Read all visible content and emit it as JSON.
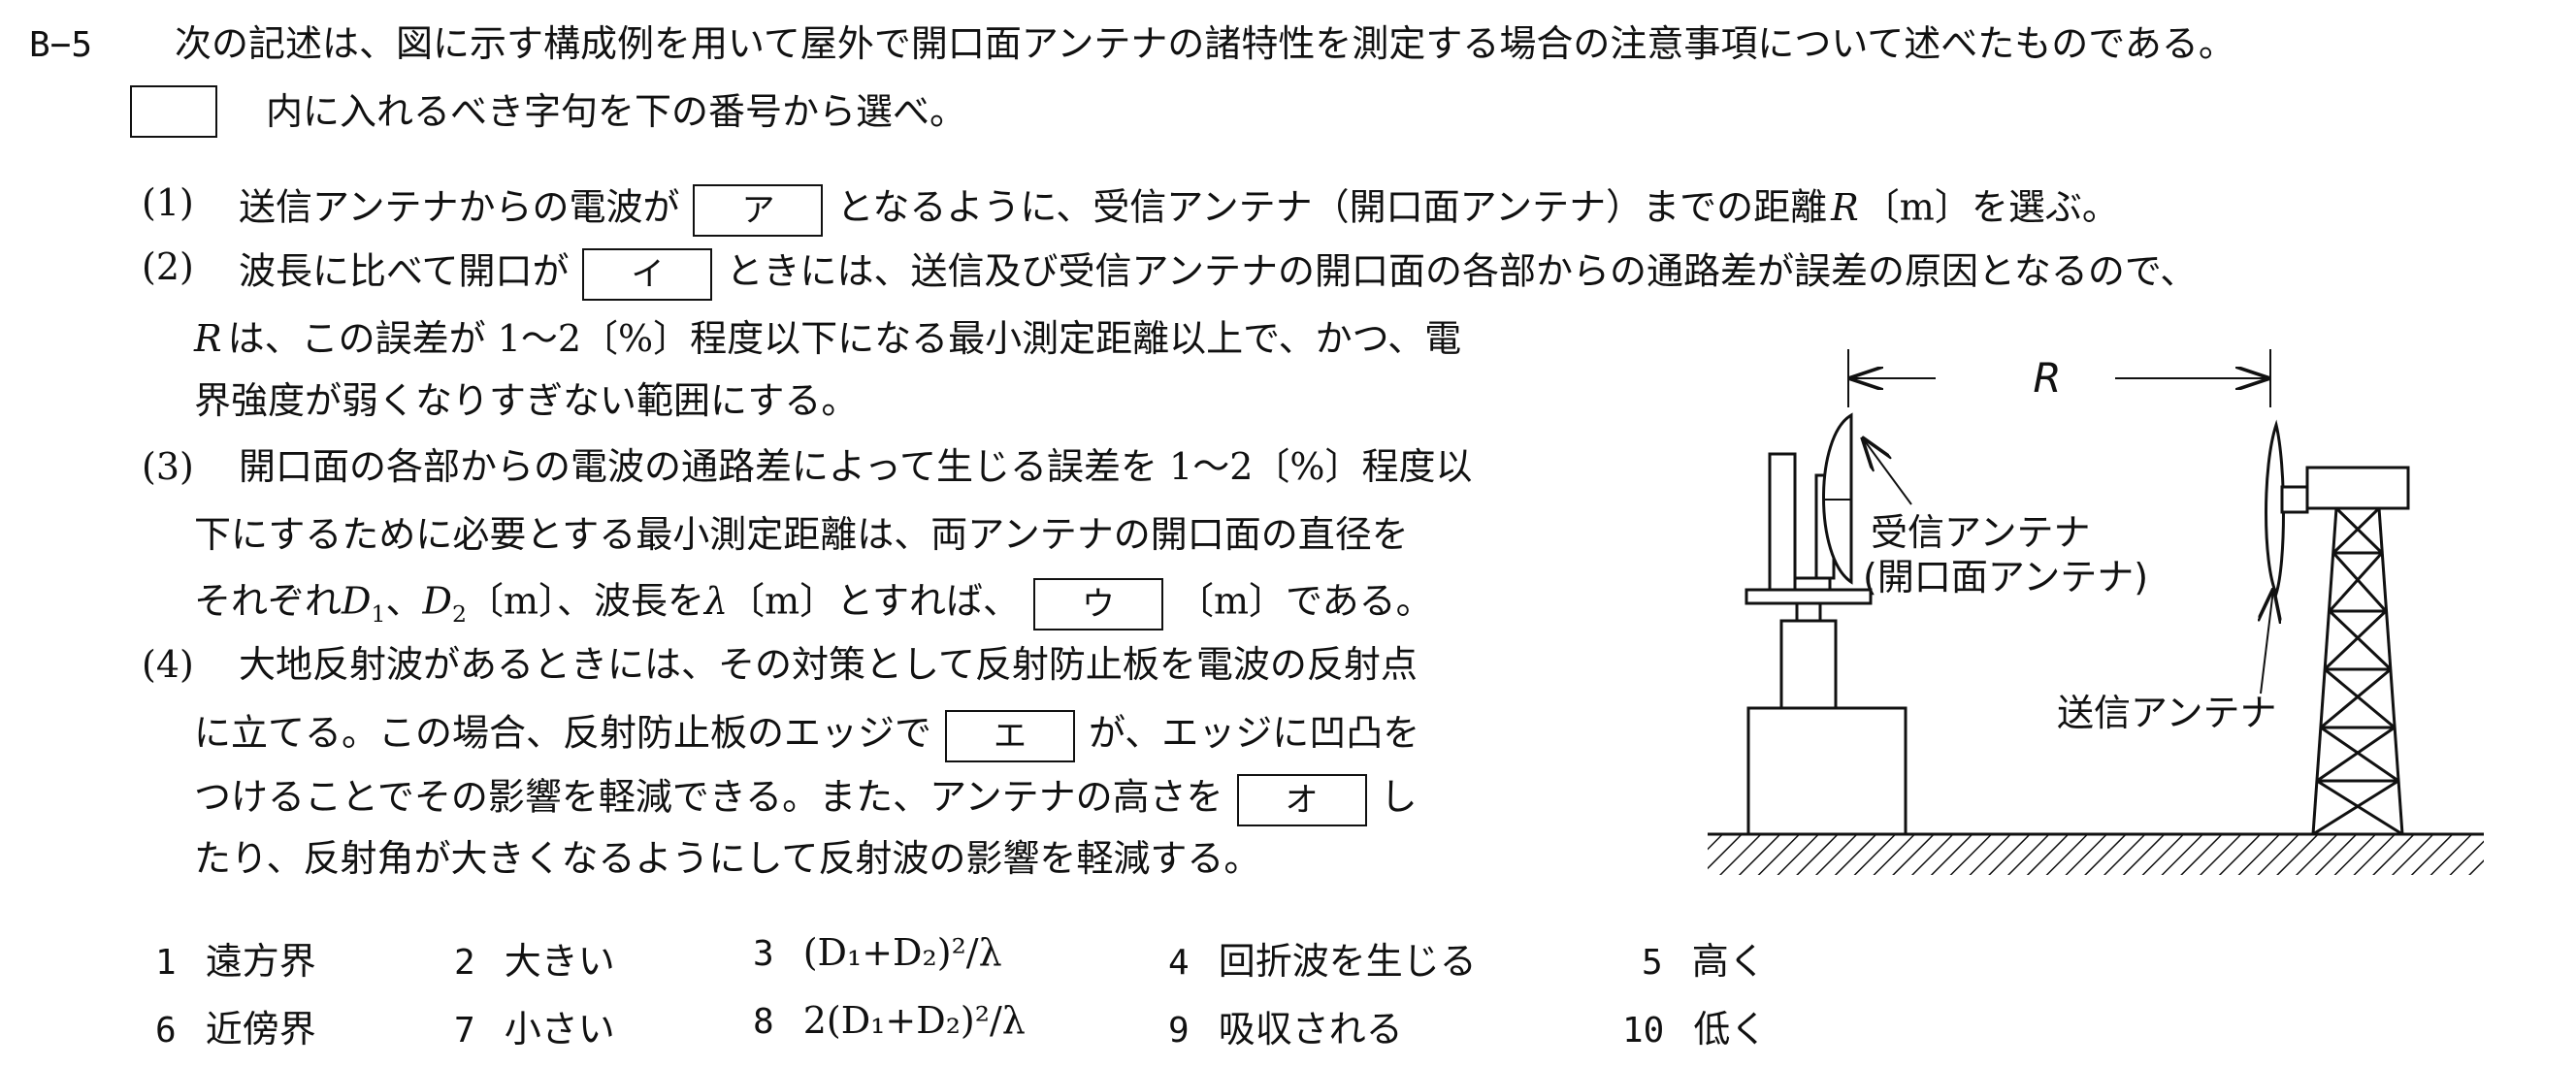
{
  "question": {
    "number": "B−5",
    "intro_line1": "次の記述は、図に示す構成例を用いて屋外で開口面アンテナの諸特性を測定する場合の注意事項について述べたものである。",
    "intro_line2": "内に入れるべき字句を下の番号から選べ。"
  },
  "items": {
    "i1": {
      "num": "(1)",
      "t1": "送信アンテナからの電波が",
      "blank": "ア",
      "t2": "となるように、受信アンテナ（開口面アンテナ）までの距離",
      "var": "R",
      "t3": "〔m〕を選ぶ。"
    },
    "i2": {
      "num": "(2)",
      "t1": "波長に比べて開口が",
      "blank": "イ",
      "t2": "ときには、送信及び受信アンテナの開口面の各部からの通路差が誤差の原因となるので、",
      "var": "R",
      "t3": "は、この誤差が 1～2〔%〕程度以下になる最小測定距離以上で、かつ、電",
      "t4": "界強度が弱くなりすぎない範囲にする。"
    },
    "i3": {
      "num": "(3)",
      "t1": "開口面の各部からの電波の通路差によって生じる誤差を 1～2〔%〕程度以",
      "t2": "下にするために必要とする最小測定距離は、両アンテナの開口面の直径を",
      "t3a": "それぞれ",
      "d1": "D",
      "d1sub": "1",
      "sep": "、",
      "d2": "D",
      "d2sub": "2",
      "t3b": "〔m〕、波長を",
      "lam": "λ",
      "t3c": "〔m〕とすれば、",
      "blank": "ウ",
      "t3d": "〔m〕である。"
    },
    "i4": {
      "num": "(4)",
      "t1": "大地反射波があるときには、その対策として反射防止板を電波の反射点",
      "t2a": "に立てる。この場合、反射防止板のエッジで",
      "blank1": "エ",
      "t2b": "が、エッジに凹凸を",
      "t3a": "つけることでその影響を軽減できる。また、アンテナの高さを",
      "blank2": "オ",
      "t3b": "し",
      "t4": "たり、反射角が大きくなるようにして反射波の影響を軽減する。"
    }
  },
  "figure": {
    "distance_label": "R",
    "rx_label_1": "受信アンテナ",
    "rx_label_2": "(開口面アンテナ)",
    "tx_label": "送信アンテナ"
  },
  "choices": [
    {
      "num": "1",
      "text": "遠方界"
    },
    {
      "num": "2",
      "text": "大きい"
    },
    {
      "num": "3",
      "text": "(D₁+D₂)²/λ"
    },
    {
      "num": "4",
      "text": "回折波を生じる"
    },
    {
      "num": "5",
      "text": "高く"
    },
    {
      "num": "6",
      "text": "近傍界"
    },
    {
      "num": "7",
      "text": "小さい"
    },
    {
      "num": "8",
      "text": "2(D₁+D₂)²/λ"
    },
    {
      "num": "9",
      "text": "吸収される"
    },
    {
      "num": "10",
      "text": "低く"
    }
  ]
}
